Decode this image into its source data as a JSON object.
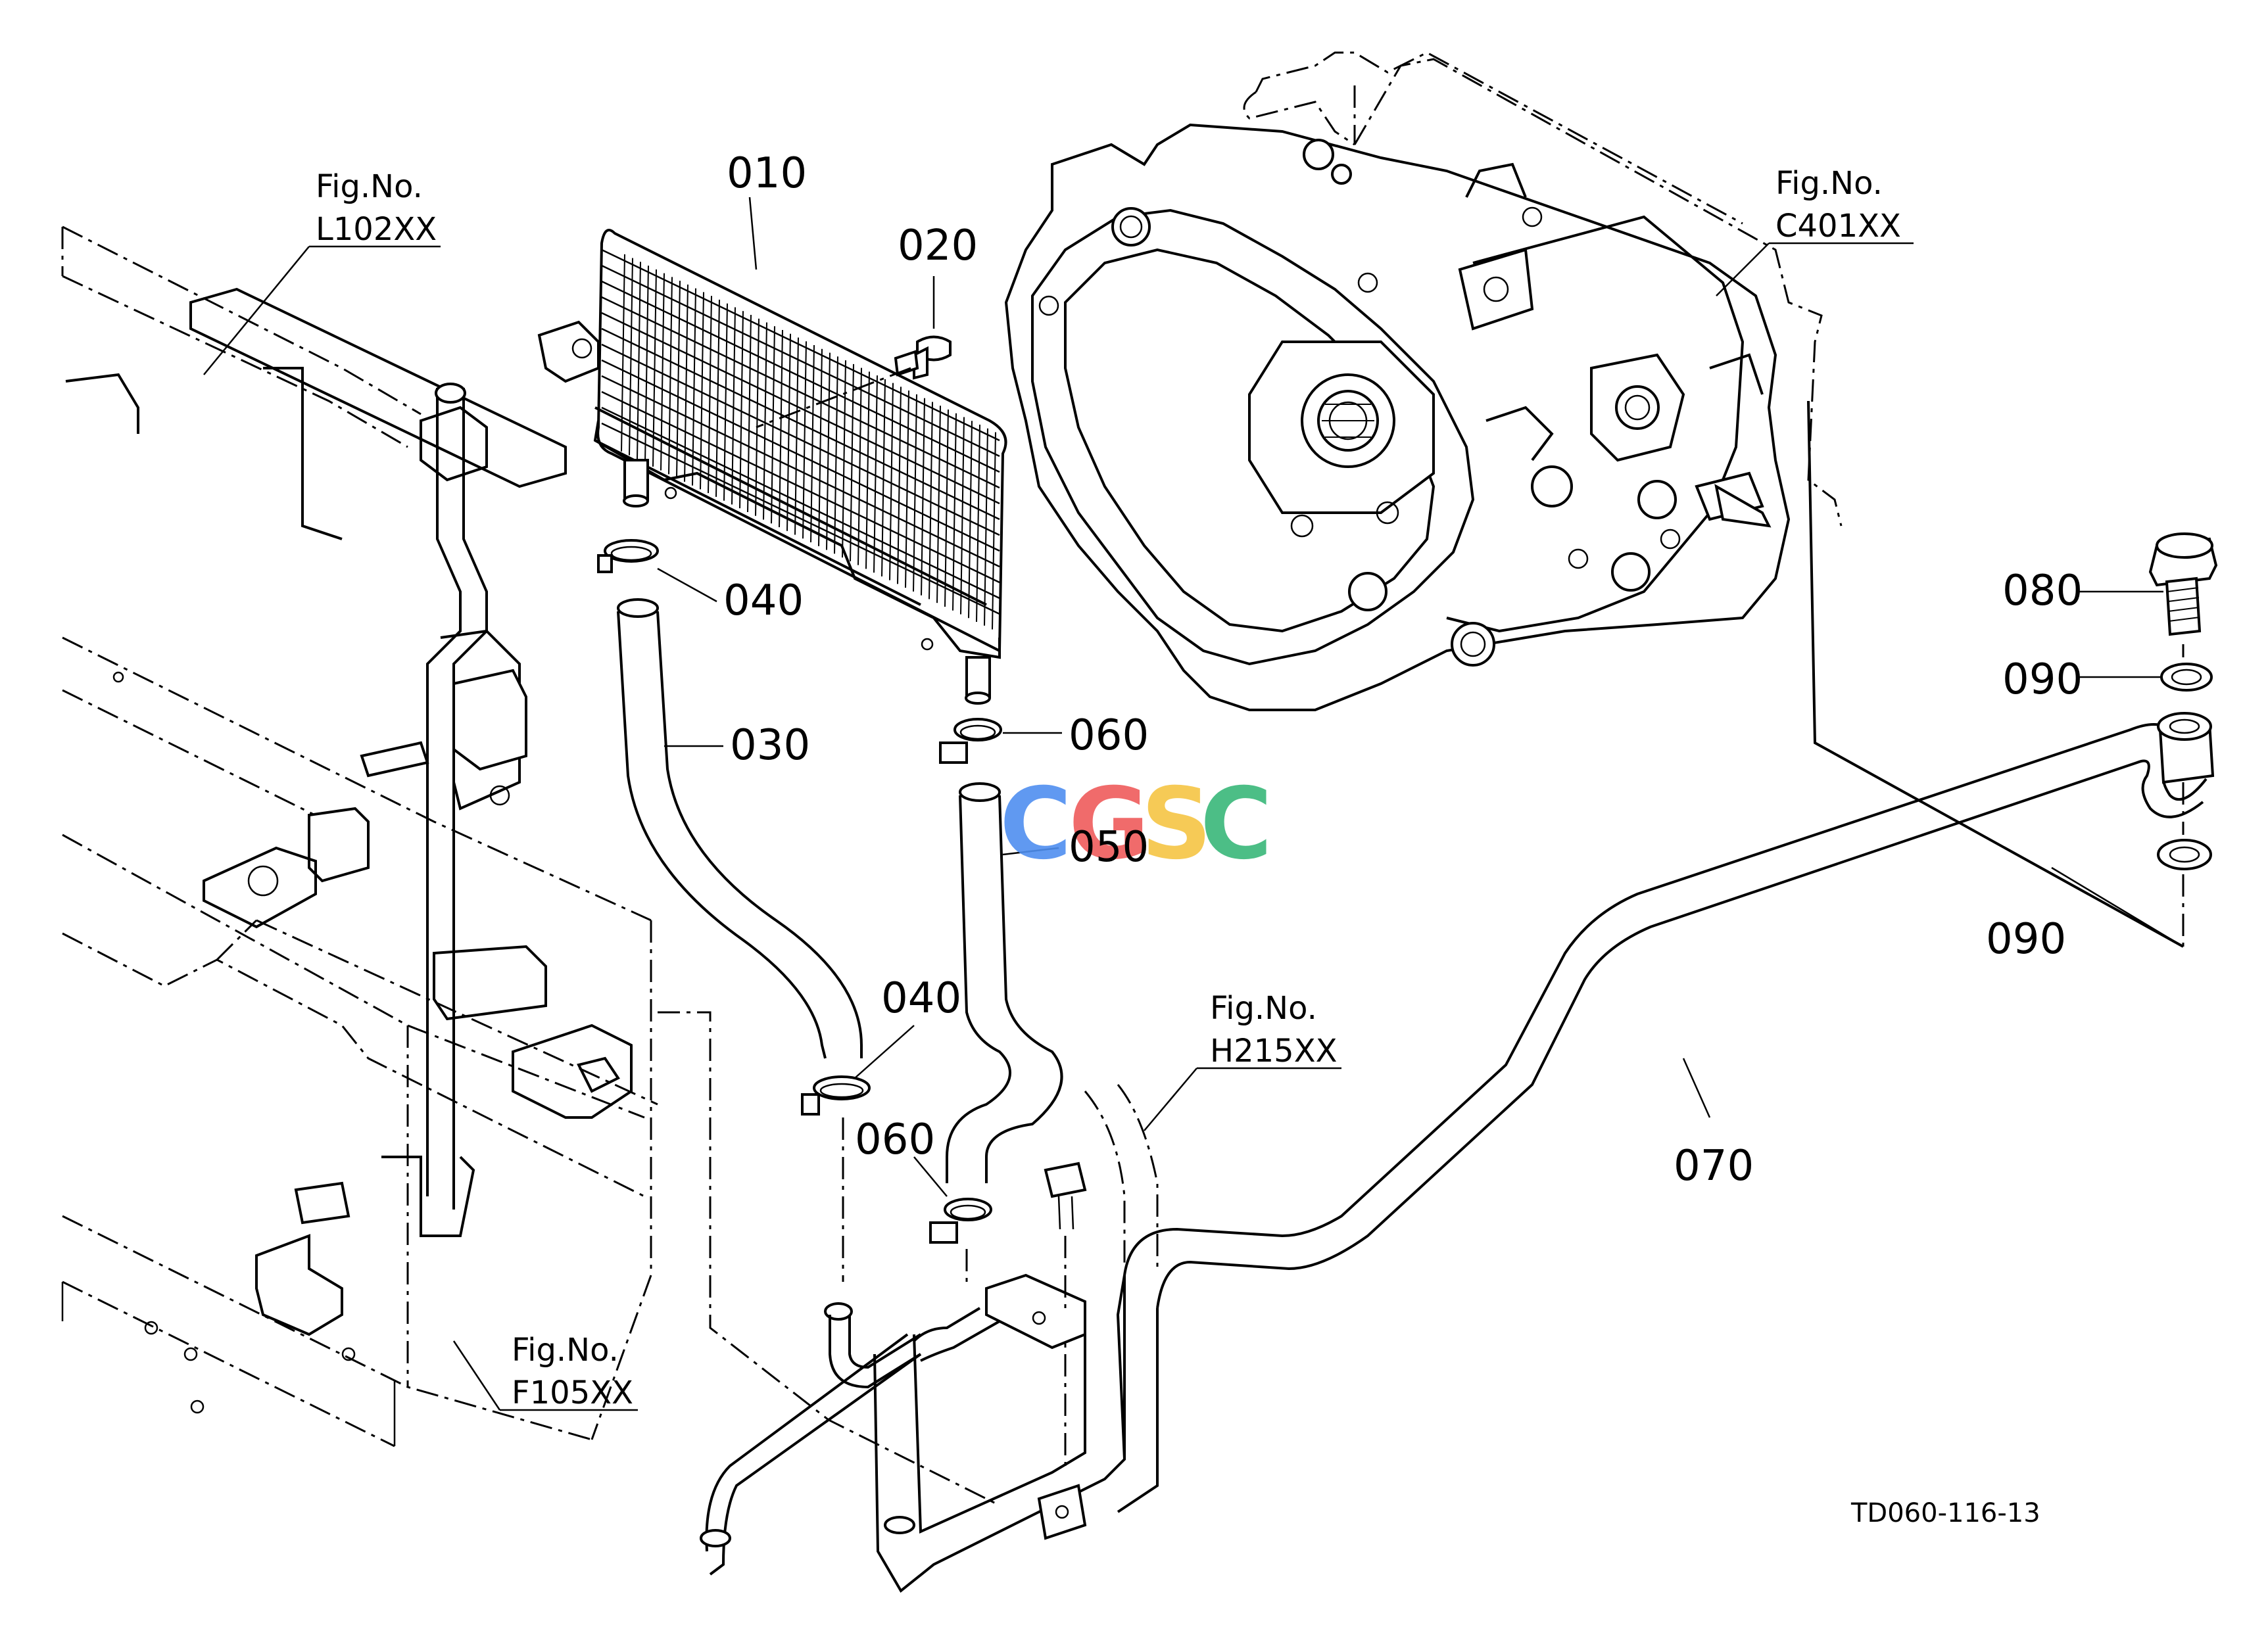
{
  "parts": {
    "p010": "010",
    "p020": "020",
    "p030": "030",
    "p040a": "040",
    "p040b": "040",
    "p050": "050",
    "p060a": "060",
    "p060b": "060",
    "p070": "070",
    "p080": "080",
    "p090a": "090",
    "p090b": "090"
  },
  "figure_refs": {
    "l102": {
      "label": "Fig.No.",
      "code": "L102XX"
    },
    "c401": {
      "label": "Fig.No.",
      "code": "C401XX"
    },
    "h215": {
      "label": "Fig.No.",
      "code": "H215XX"
    },
    "f105": {
      "label": "Fig.No.",
      "code": "F105XX"
    }
  },
  "watermark": {
    "c1": "C",
    "g": "G",
    "s": "S",
    "c2": "C"
  },
  "drawing_code": "TD060-116-13",
  "colors": {
    "watermark_c1": "#4f8ff0",
    "watermark_g": "#ef5b5b",
    "watermark_s": "#f6c544",
    "watermark_c2": "#39b87a"
  }
}
